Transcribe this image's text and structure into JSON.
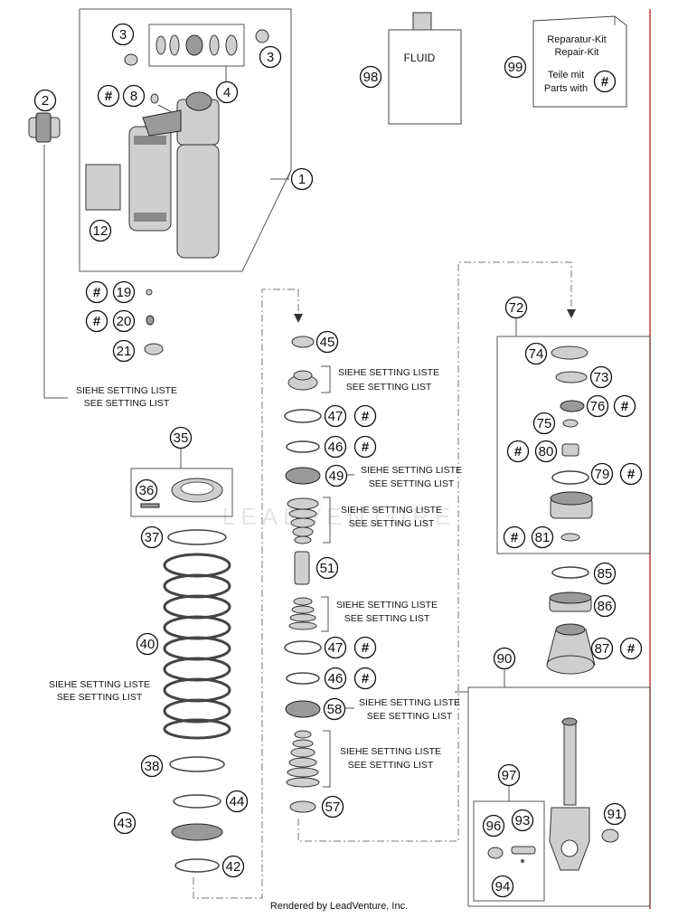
{
  "callouts": {
    "c1": "1",
    "c2": "2",
    "c3a": "3",
    "c3b": "3",
    "c4": "4",
    "c8": "8",
    "c12": "12",
    "c19": "19",
    "c20": "20",
    "c21": "21",
    "c35": "35",
    "c36": "36",
    "c37": "37",
    "c38": "38",
    "c40": "40",
    "c42": "42",
    "c43": "43",
    "c44": "44",
    "c45": "45",
    "c46a": "46",
    "c46b": "46",
    "c47a": "47",
    "c47b": "47",
    "c49": "49",
    "c51": "51",
    "c57": "57",
    "c58": "58",
    "c72": "72",
    "c73": "73",
    "c74": "74",
    "c75": "75",
    "c76": "76",
    "c79": "79",
    "c80": "80",
    "c81": "81",
    "c85": "85",
    "c86": "86",
    "c87": "87",
    "c90": "90",
    "c91": "91",
    "c93": "93",
    "c94": "94",
    "c96": "96",
    "c97": "97",
    "c98": "98",
    "c99": "99"
  },
  "hash_symbol": "#",
  "notes": {
    "setting_de": "SIEHE SETTING LISTE",
    "setting_en": "SEE SETTING LIST"
  },
  "fluid_label": "FLUID",
  "repair_kit": {
    "line1": "Reparatur-Kit",
    "line2": "Repair-Kit",
    "line3": "Teile mit",
    "line4": "Parts with"
  },
  "watermark": "LEADVENTURE",
  "footer": "Rendered by LeadVenture, Inc."
}
